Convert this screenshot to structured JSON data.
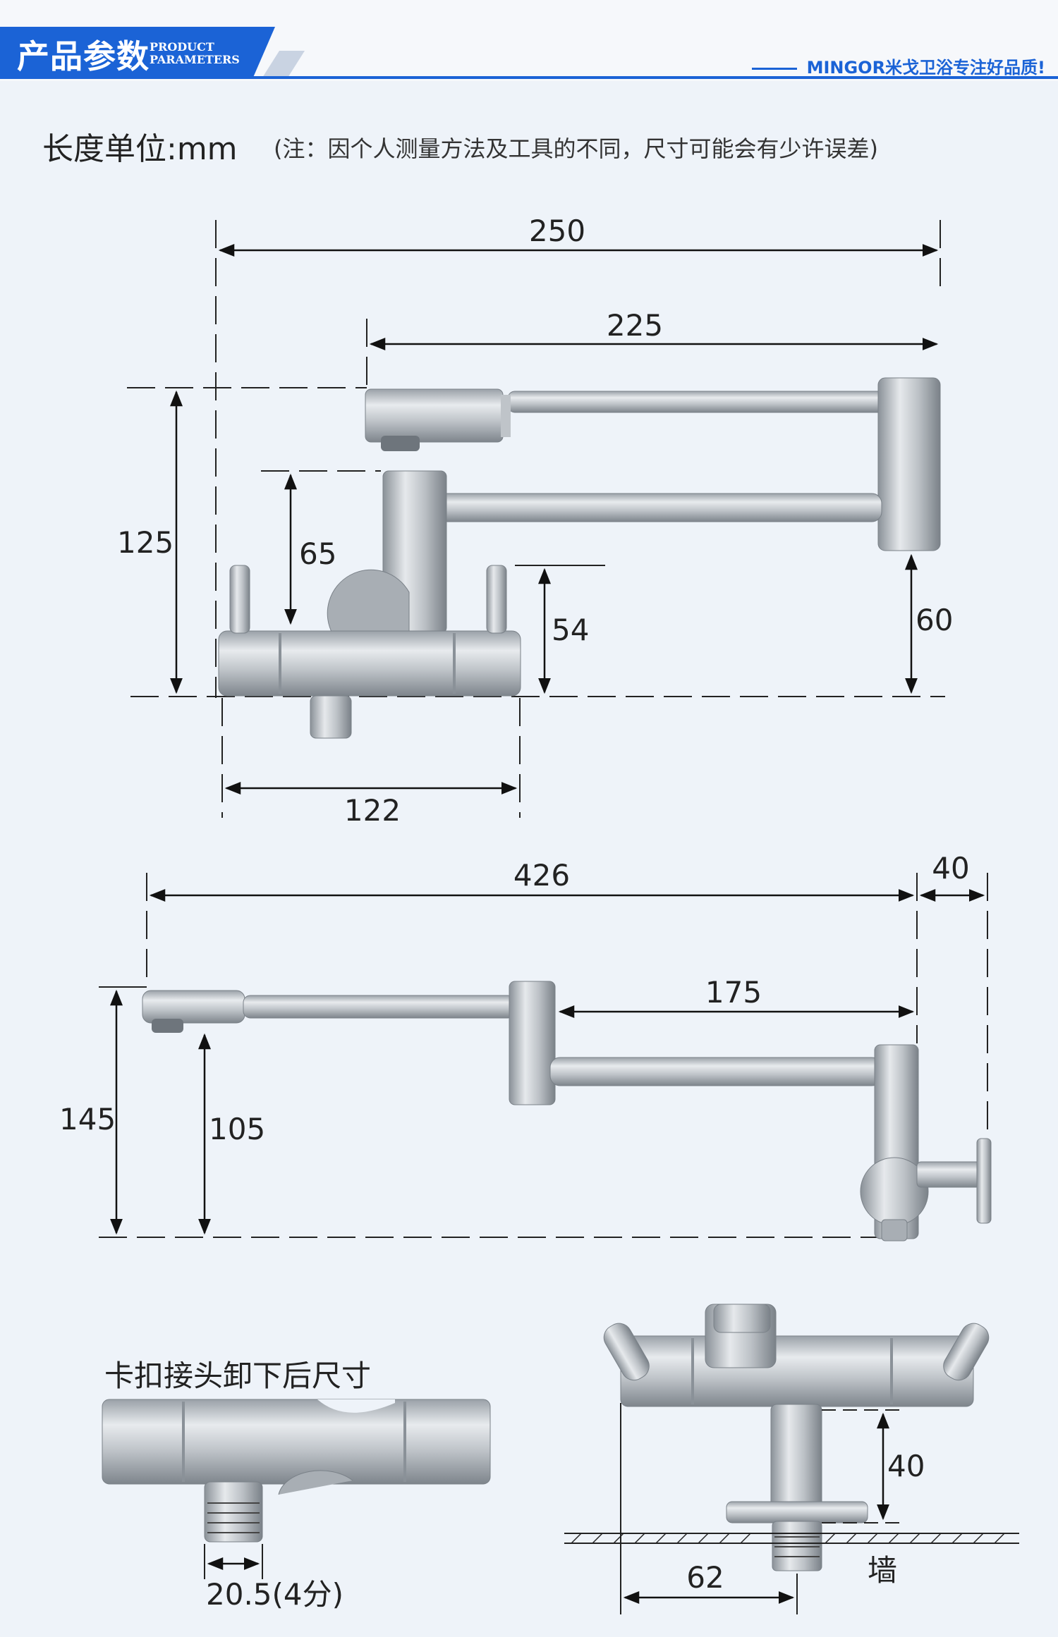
{
  "header": {
    "title": "产品参数",
    "subtitle_line1": "PRODUCT",
    "subtitle_line2": "PARAMETERS",
    "brand": "MINGOR米戈卫浴专注好品质!"
  },
  "unit_label": "长度单位:mm",
  "note": "(注：因个人测量方法及工具的不同，尺寸可能会有少许误差)",
  "diagram1": {
    "d250": "250",
    "d225": "225",
    "d125": "125",
    "d65": "65",
    "d54": "54",
    "d60": "60",
    "d122": "122"
  },
  "diagram2": {
    "d426": "426",
    "d40": "40",
    "d175": "175",
    "d145": "145",
    "d105": "105"
  },
  "diagram3": {
    "caption": "卡扣接头卸下后尺寸",
    "d205": "20.5(4分)"
  },
  "diagram4": {
    "d40": "40",
    "d62": "62",
    "wall": "墙"
  },
  "colors": {
    "brand_blue": "#1b63d6",
    "steel_light": "#d9dde2",
    "steel_dark": "#8d949c"
  }
}
